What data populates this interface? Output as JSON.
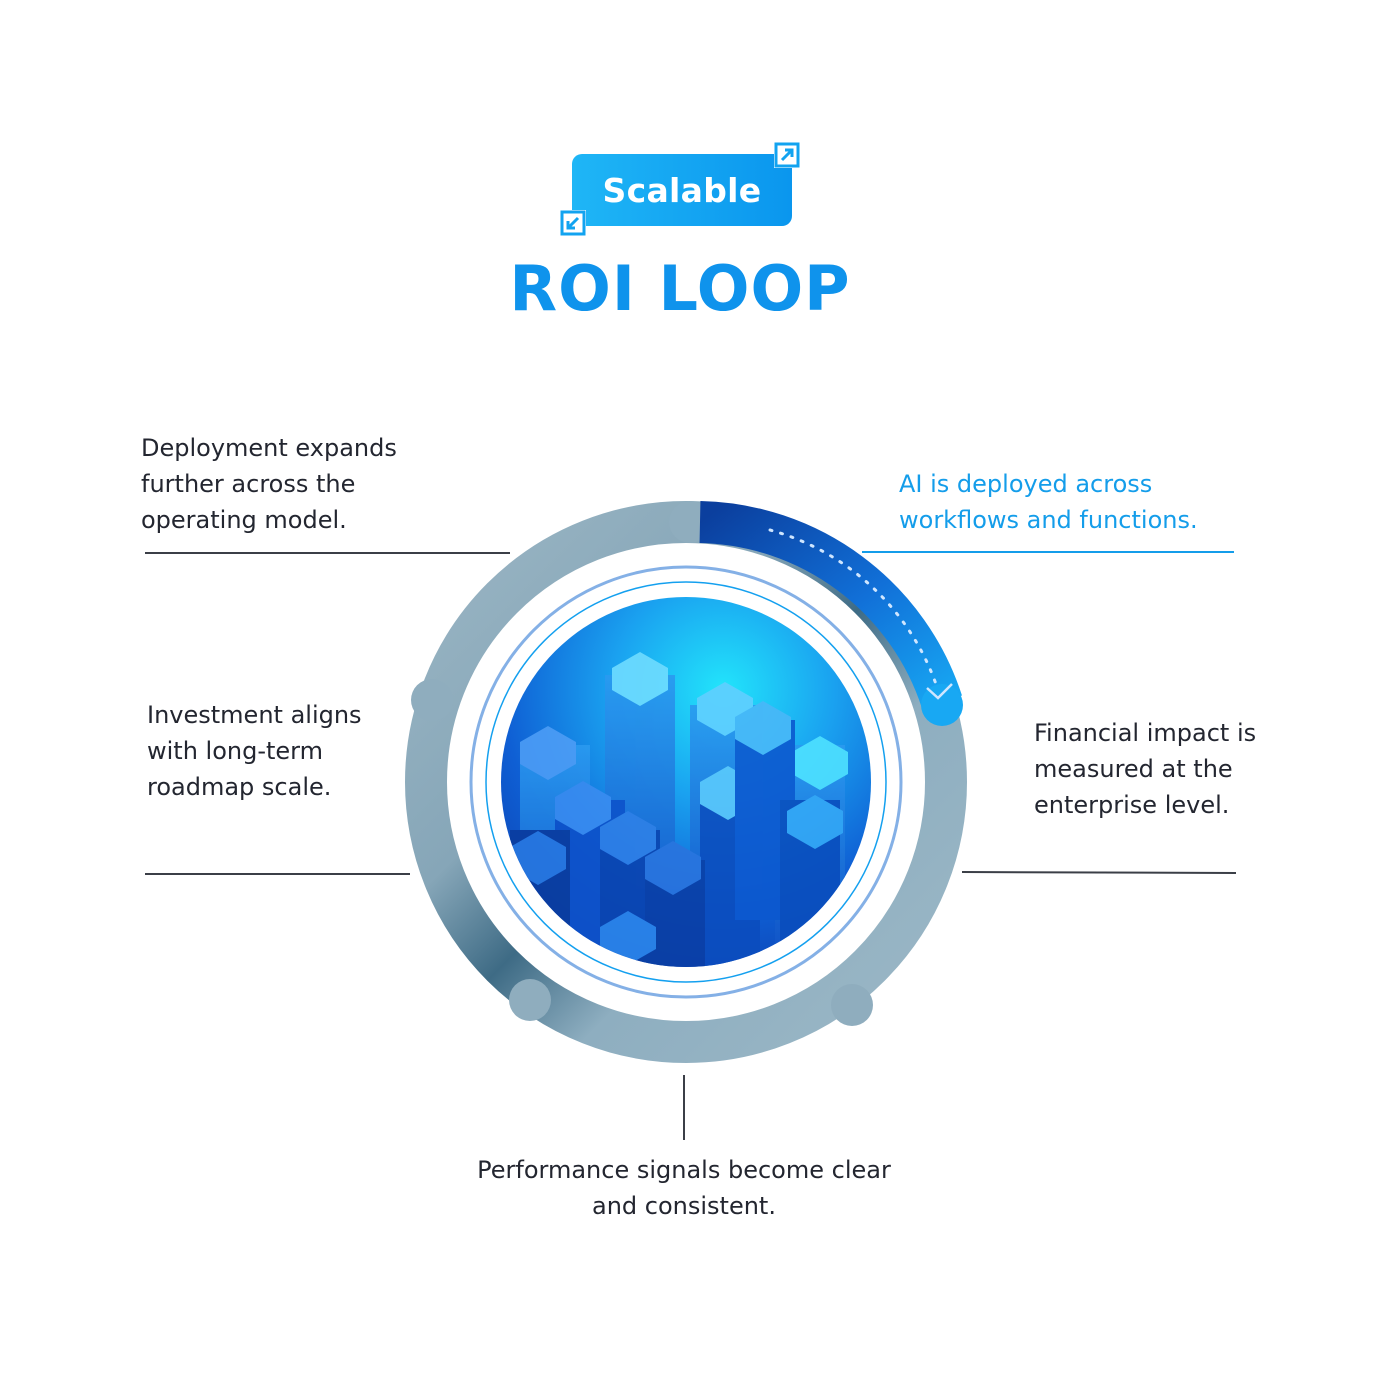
{
  "badge": {
    "label": "Scalable",
    "icons": [
      "expand-arrow-icon",
      "collapse-arrow-icon"
    ]
  },
  "title": "ROI LOOP",
  "steps": {
    "deployed": "AI is deployed across workflows and functions.",
    "financial": "Financial impact is measured at the enterprise level.",
    "performance": "Performance signals become clear and consistent.",
    "investment": "Investment aligns with long-term roadmap scale.",
    "expansion": "Deployment expands further across the operating model."
  },
  "colors": {
    "accent": "#149DEA",
    "ring": "#8FAFC0",
    "ring_dark": "#3F6F88",
    "active_arc": "#0E5FC8",
    "text": "#232630"
  }
}
